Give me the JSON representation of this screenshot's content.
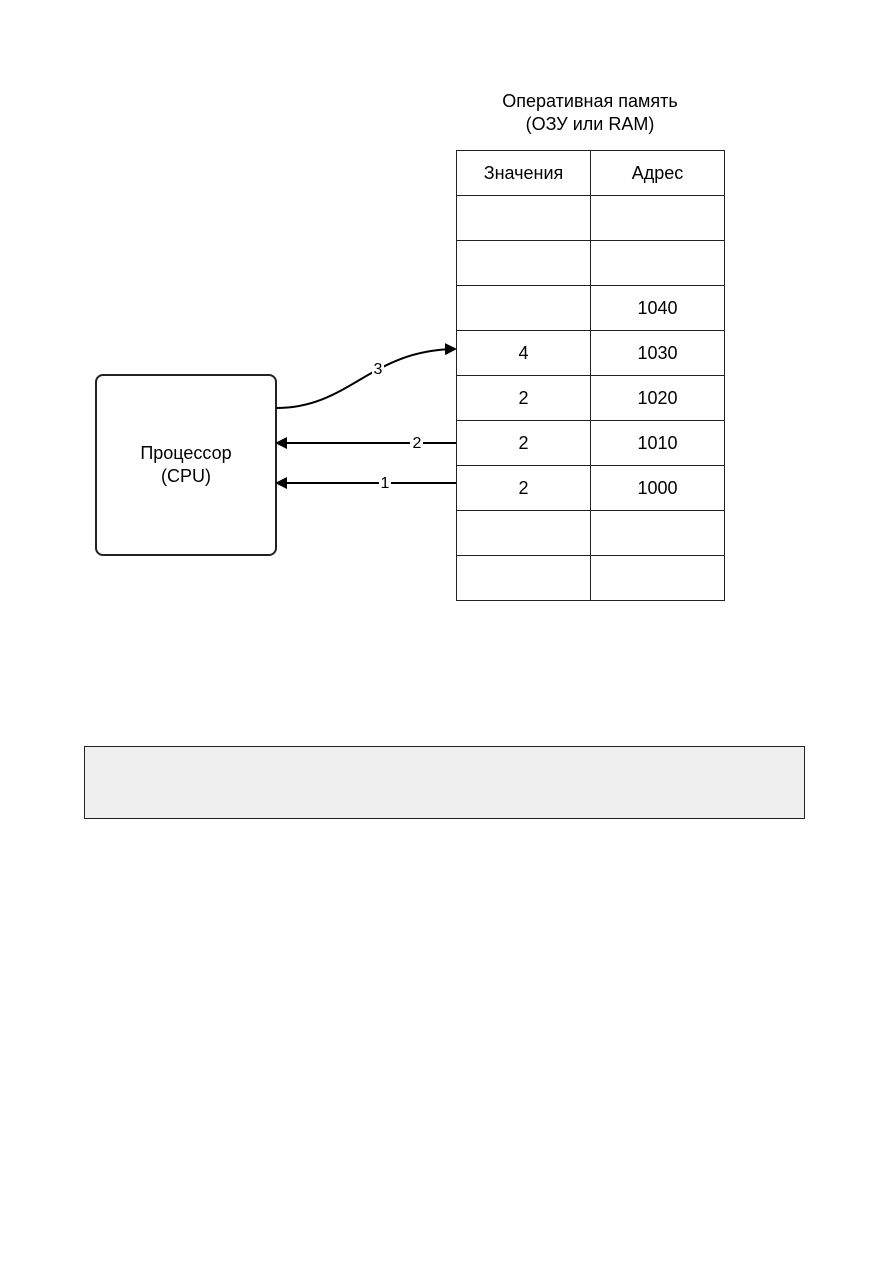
{
  "ram": {
    "title_line1": "Оперативная память",
    "title_line2": "(ОЗУ или RAM)",
    "headers": {
      "values": "Значения",
      "address": "Адрес"
    },
    "rows": [
      {
        "value": "",
        "address": ""
      },
      {
        "value": "",
        "address": ""
      },
      {
        "value": "",
        "address": "1040"
      },
      {
        "value": "4",
        "address": "1030"
      },
      {
        "value": "2",
        "address": "1020"
      },
      {
        "value": "2",
        "address": "1010"
      },
      {
        "value": "2",
        "address": "1000"
      },
      {
        "value": "",
        "address": ""
      },
      {
        "value": "",
        "address": ""
      }
    ]
  },
  "cpu": {
    "line1": "Процессор",
    "line2": "(CPU)"
  },
  "arrows": {
    "write": "3",
    "read_second": "2",
    "read_first": "1"
  },
  "note": {
    "text": ""
  }
}
